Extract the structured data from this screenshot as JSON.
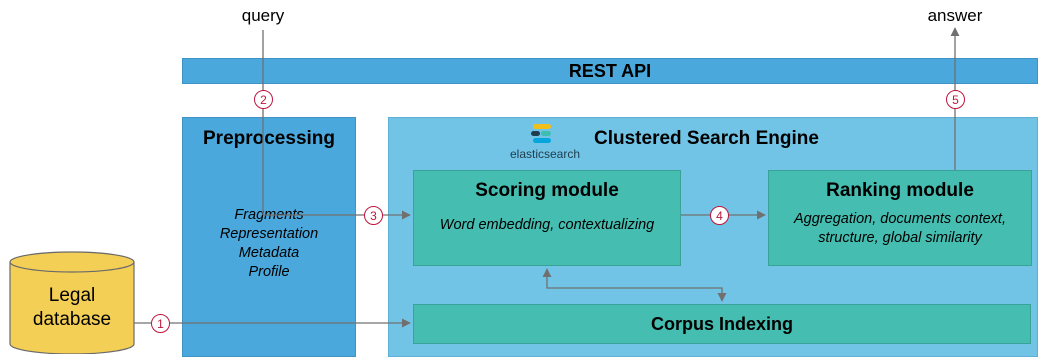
{
  "diagram": {
    "query_label": "query",
    "answer_label": "answer",
    "rest_api_label": "REST API",
    "preprocessing": {
      "title": "Preprocessing",
      "items": [
        "Fragments",
        "Representation",
        "Metadata",
        "Profile"
      ]
    },
    "engine": {
      "title": "Clustered Search Engine",
      "logo_text": "elasticsearch"
    },
    "scoring": {
      "title": "Scoring module",
      "desc": "Word embedding, contextualizing"
    },
    "ranking": {
      "title": "Ranking module",
      "desc_line1": "Aggregation, documents context,",
      "desc_line2": "structure, global similarity"
    },
    "indexing_label": "Corpus Indexing",
    "database": {
      "line1": "Legal",
      "line2": "database"
    },
    "steps": [
      "1",
      "2",
      "3",
      "4",
      "5"
    ],
    "colors": {
      "rest_api": "#4aa8dc",
      "preprocessing": "#4aa8dc",
      "engine": "#72c4e6",
      "module": "#45bdb0",
      "database": "#f4cf55",
      "step_marker": "#c0143c",
      "arrow": "#707070"
    }
  }
}
